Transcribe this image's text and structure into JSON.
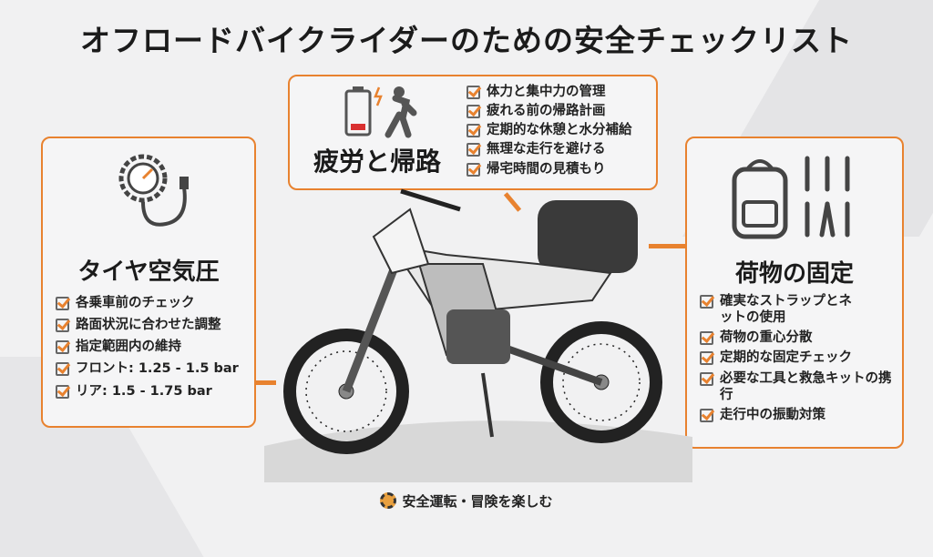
{
  "title": "オフロードバイクライダーのための安全チェックリスト",
  "sections": {
    "tire": {
      "title": "タイヤ空気圧",
      "icon": "pressure-gauge-icon",
      "items": [
        "各乗車前のチェック",
        "路面状況に合わせた調整",
        "指定範囲内の維持",
        "フロント: 1.25 - 1.5 bar",
        "リア: 1.5 - 1.75 bar"
      ]
    },
    "fatigue": {
      "title": "疲労と帰路",
      "icon": "low-battery-tired-person-icon",
      "items": [
        "体力と集中力の管理",
        "疲れる前の帰路計画",
        "定期的な休憩と水分補給",
        "無理な走行を避ける",
        "帰宅時間の見積もり"
      ]
    },
    "cargo": {
      "title": "荷物の固定",
      "icon": "backpack-tools-icon",
      "items": [
        "確実なストラップとネットの使用",
        "荷物の重心分散",
        "定期的な固定チェック",
        "必要な工具と救急キットの携行",
        "走行中の振動対策"
      ]
    }
  },
  "footer": "安全運転・冒険を楽しむ",
  "colors": {
    "accent": "#e8822f",
    "battery": "#d93030"
  }
}
